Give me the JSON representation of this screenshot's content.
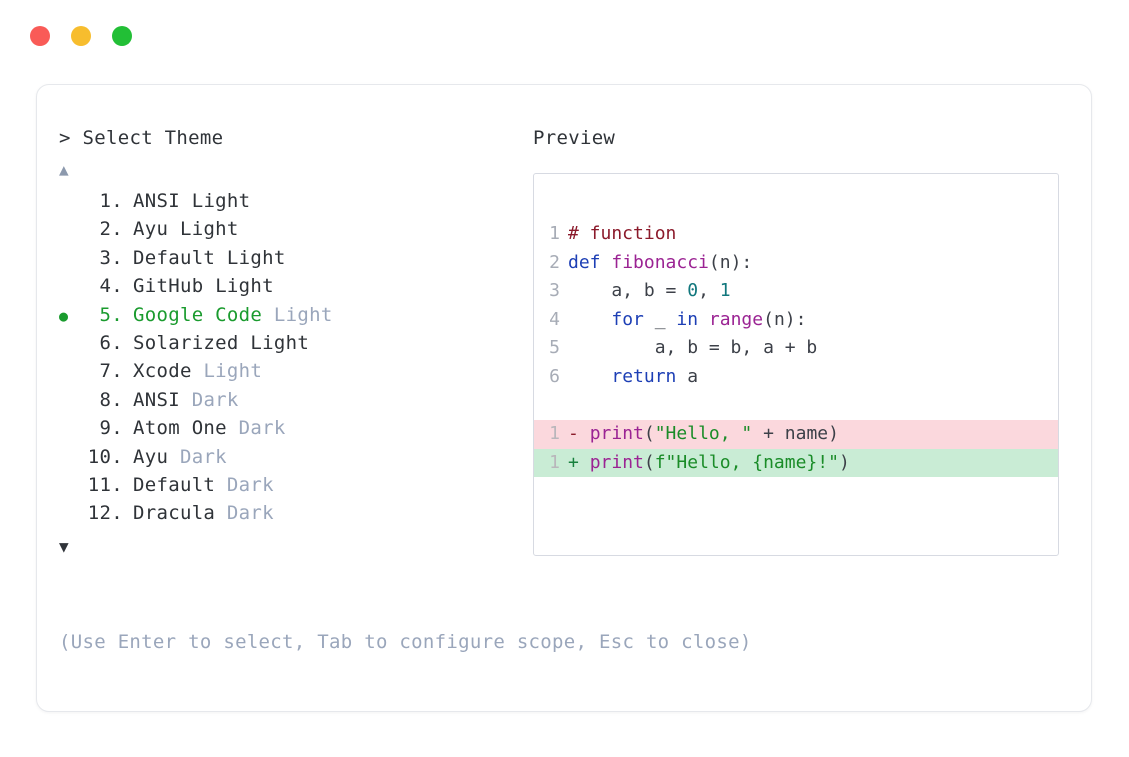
{
  "window": {
    "traffic_lights": [
      {
        "name": "close",
        "color": "#f95b57"
      },
      {
        "name": "minimize",
        "color": "#f7bd2e"
      },
      {
        "name": "maximize",
        "color": "#22bf36"
      }
    ]
  },
  "left": {
    "prompt_caret": ">",
    "prompt_title": "Select Theme",
    "scroll_up_glyph": "▲",
    "scroll_down_glyph": "▼",
    "selected_bullet": "●",
    "selected_index": 5,
    "themes": [
      {
        "num": "1.",
        "name": "ANSI",
        "mode": "Light",
        "mode_muted": false,
        "selected": false
      },
      {
        "num": "2.",
        "name": "Ayu",
        "mode": "Light",
        "mode_muted": false,
        "selected": false
      },
      {
        "num": "3.",
        "name": "Default",
        "mode": "Light",
        "mode_muted": false,
        "selected": false
      },
      {
        "num": "4.",
        "name": "GitHub",
        "mode": "Light",
        "mode_muted": false,
        "selected": false
      },
      {
        "num": "5.",
        "name": "Google Code",
        "mode": "Light",
        "mode_muted": true,
        "selected": true
      },
      {
        "num": "6.",
        "name": "Solarized",
        "mode": "Light",
        "mode_muted": false,
        "selected": false
      },
      {
        "num": "7.",
        "name": "Xcode",
        "mode": "Light",
        "mode_muted": true,
        "selected": false
      },
      {
        "num": "8.",
        "name": "ANSI",
        "mode": "Dark",
        "mode_muted": true,
        "selected": false
      },
      {
        "num": "9.",
        "name": "Atom One",
        "mode": "Dark",
        "mode_muted": true,
        "selected": false
      },
      {
        "num": "10.",
        "name": "Ayu",
        "mode": "Dark",
        "mode_muted": true,
        "selected": false
      },
      {
        "num": "11.",
        "name": "Default",
        "mode": "Dark",
        "mode_muted": true,
        "selected": false
      },
      {
        "num": "12.",
        "name": "Dracula",
        "mode": "Dark",
        "mode_muted": true,
        "selected": false
      }
    ],
    "hint": "(Use Enter to select, Tab to configure scope, Esc to close)"
  },
  "right": {
    "preview_label": "Preview",
    "code": {
      "lines": [
        {
          "ln": "1",
          "tokens": [
            {
              "t": "# function",
              "c": "t-comment"
            }
          ]
        },
        {
          "ln": "2",
          "tokens": [
            {
              "t": "def ",
              "c": "t-keyword"
            },
            {
              "t": "fibonacci",
              "c": "t-func"
            },
            {
              "t": "(n):",
              "c": "t-plain"
            }
          ]
        },
        {
          "ln": "3",
          "tokens": [
            {
              "t": "    a, b = ",
              "c": "t-plain"
            },
            {
              "t": "0",
              "c": "t-number"
            },
            {
              "t": ", ",
              "c": "t-plain"
            },
            {
              "t": "1",
              "c": "t-number"
            }
          ]
        },
        {
          "ln": "4",
          "tokens": [
            {
              "t": "    ",
              "c": "t-plain"
            },
            {
              "t": "for",
              "c": "t-keyword"
            },
            {
              "t": " _ ",
              "c": "t-plain"
            },
            {
              "t": "in",
              "c": "t-keyword"
            },
            {
              "t": " ",
              "c": "t-plain"
            },
            {
              "t": "range",
              "c": "t-builtin"
            },
            {
              "t": "(n):",
              "c": "t-plain"
            }
          ]
        },
        {
          "ln": "5",
          "tokens": [
            {
              "t": "        a, b = b, a + b",
              "c": "t-plain"
            }
          ]
        },
        {
          "ln": "6",
          "tokens": [
            {
              "t": "    ",
              "c": "t-plain"
            },
            {
              "t": "return",
              "c": "t-keyword"
            },
            {
              "t": " a",
              "c": "t-plain"
            }
          ]
        }
      ],
      "diff": [
        {
          "ln": "1",
          "kind": "del",
          "marker": "-",
          "tokens": [
            {
              "t": " ",
              "c": "t-plain"
            },
            {
              "t": "print",
              "c": "t-builtin"
            },
            {
              "t": "(",
              "c": "t-plain"
            },
            {
              "t": "\"Hello, \"",
              "c": "t-string"
            },
            {
              "t": " + name)",
              "c": "t-plain"
            }
          ]
        },
        {
          "ln": "1",
          "kind": "add",
          "marker": "+",
          "tokens": [
            {
              "t": " ",
              "c": "t-plain"
            },
            {
              "t": "print",
              "c": "t-builtin"
            },
            {
              "t": "(",
              "c": "t-plain"
            },
            {
              "t": "f\"Hello, {name}!\"",
              "c": "t-string"
            },
            {
              "t": ")",
              "c": "t-plain"
            }
          ]
        }
      ]
    }
  }
}
